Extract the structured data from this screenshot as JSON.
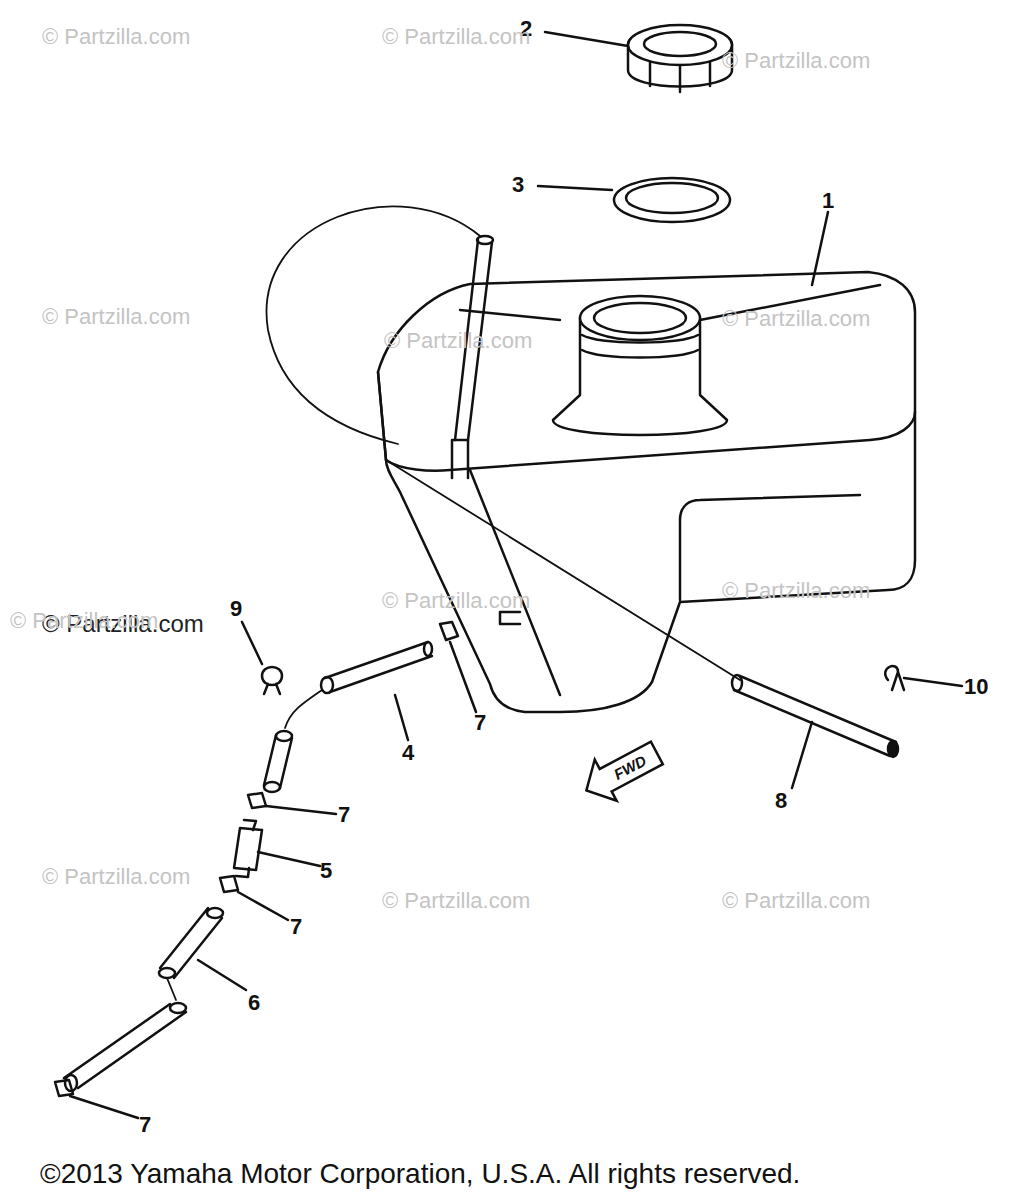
{
  "diagram": {
    "caption": "©2013 Yamaha Motor Corporation, U.S.A. All rights reserved.",
    "nodes": [
      {
        "text": [
          "FWD"
        ]
      }
    ],
    "labels": [
      "2",
      "3",
      "1",
      "9",
      "4",
      "7",
      "7",
      "5",
      "7",
      "6",
      "7",
      "8",
      "10",
      "© Partzilla.com",
      "© Partzilla.com",
      "© Partzilla.com",
      "© Partzilla.com",
      "© Partzilla.com",
      "© Partzilla.com",
      "© Partzilla.com",
      "© Partzilla.com",
      "© Partzilla.com",
      "© Partzilla.com",
      "© Partzilla.com",
      "© Partzilla.com",
      "© Partzilla.com"
    ]
  }
}
